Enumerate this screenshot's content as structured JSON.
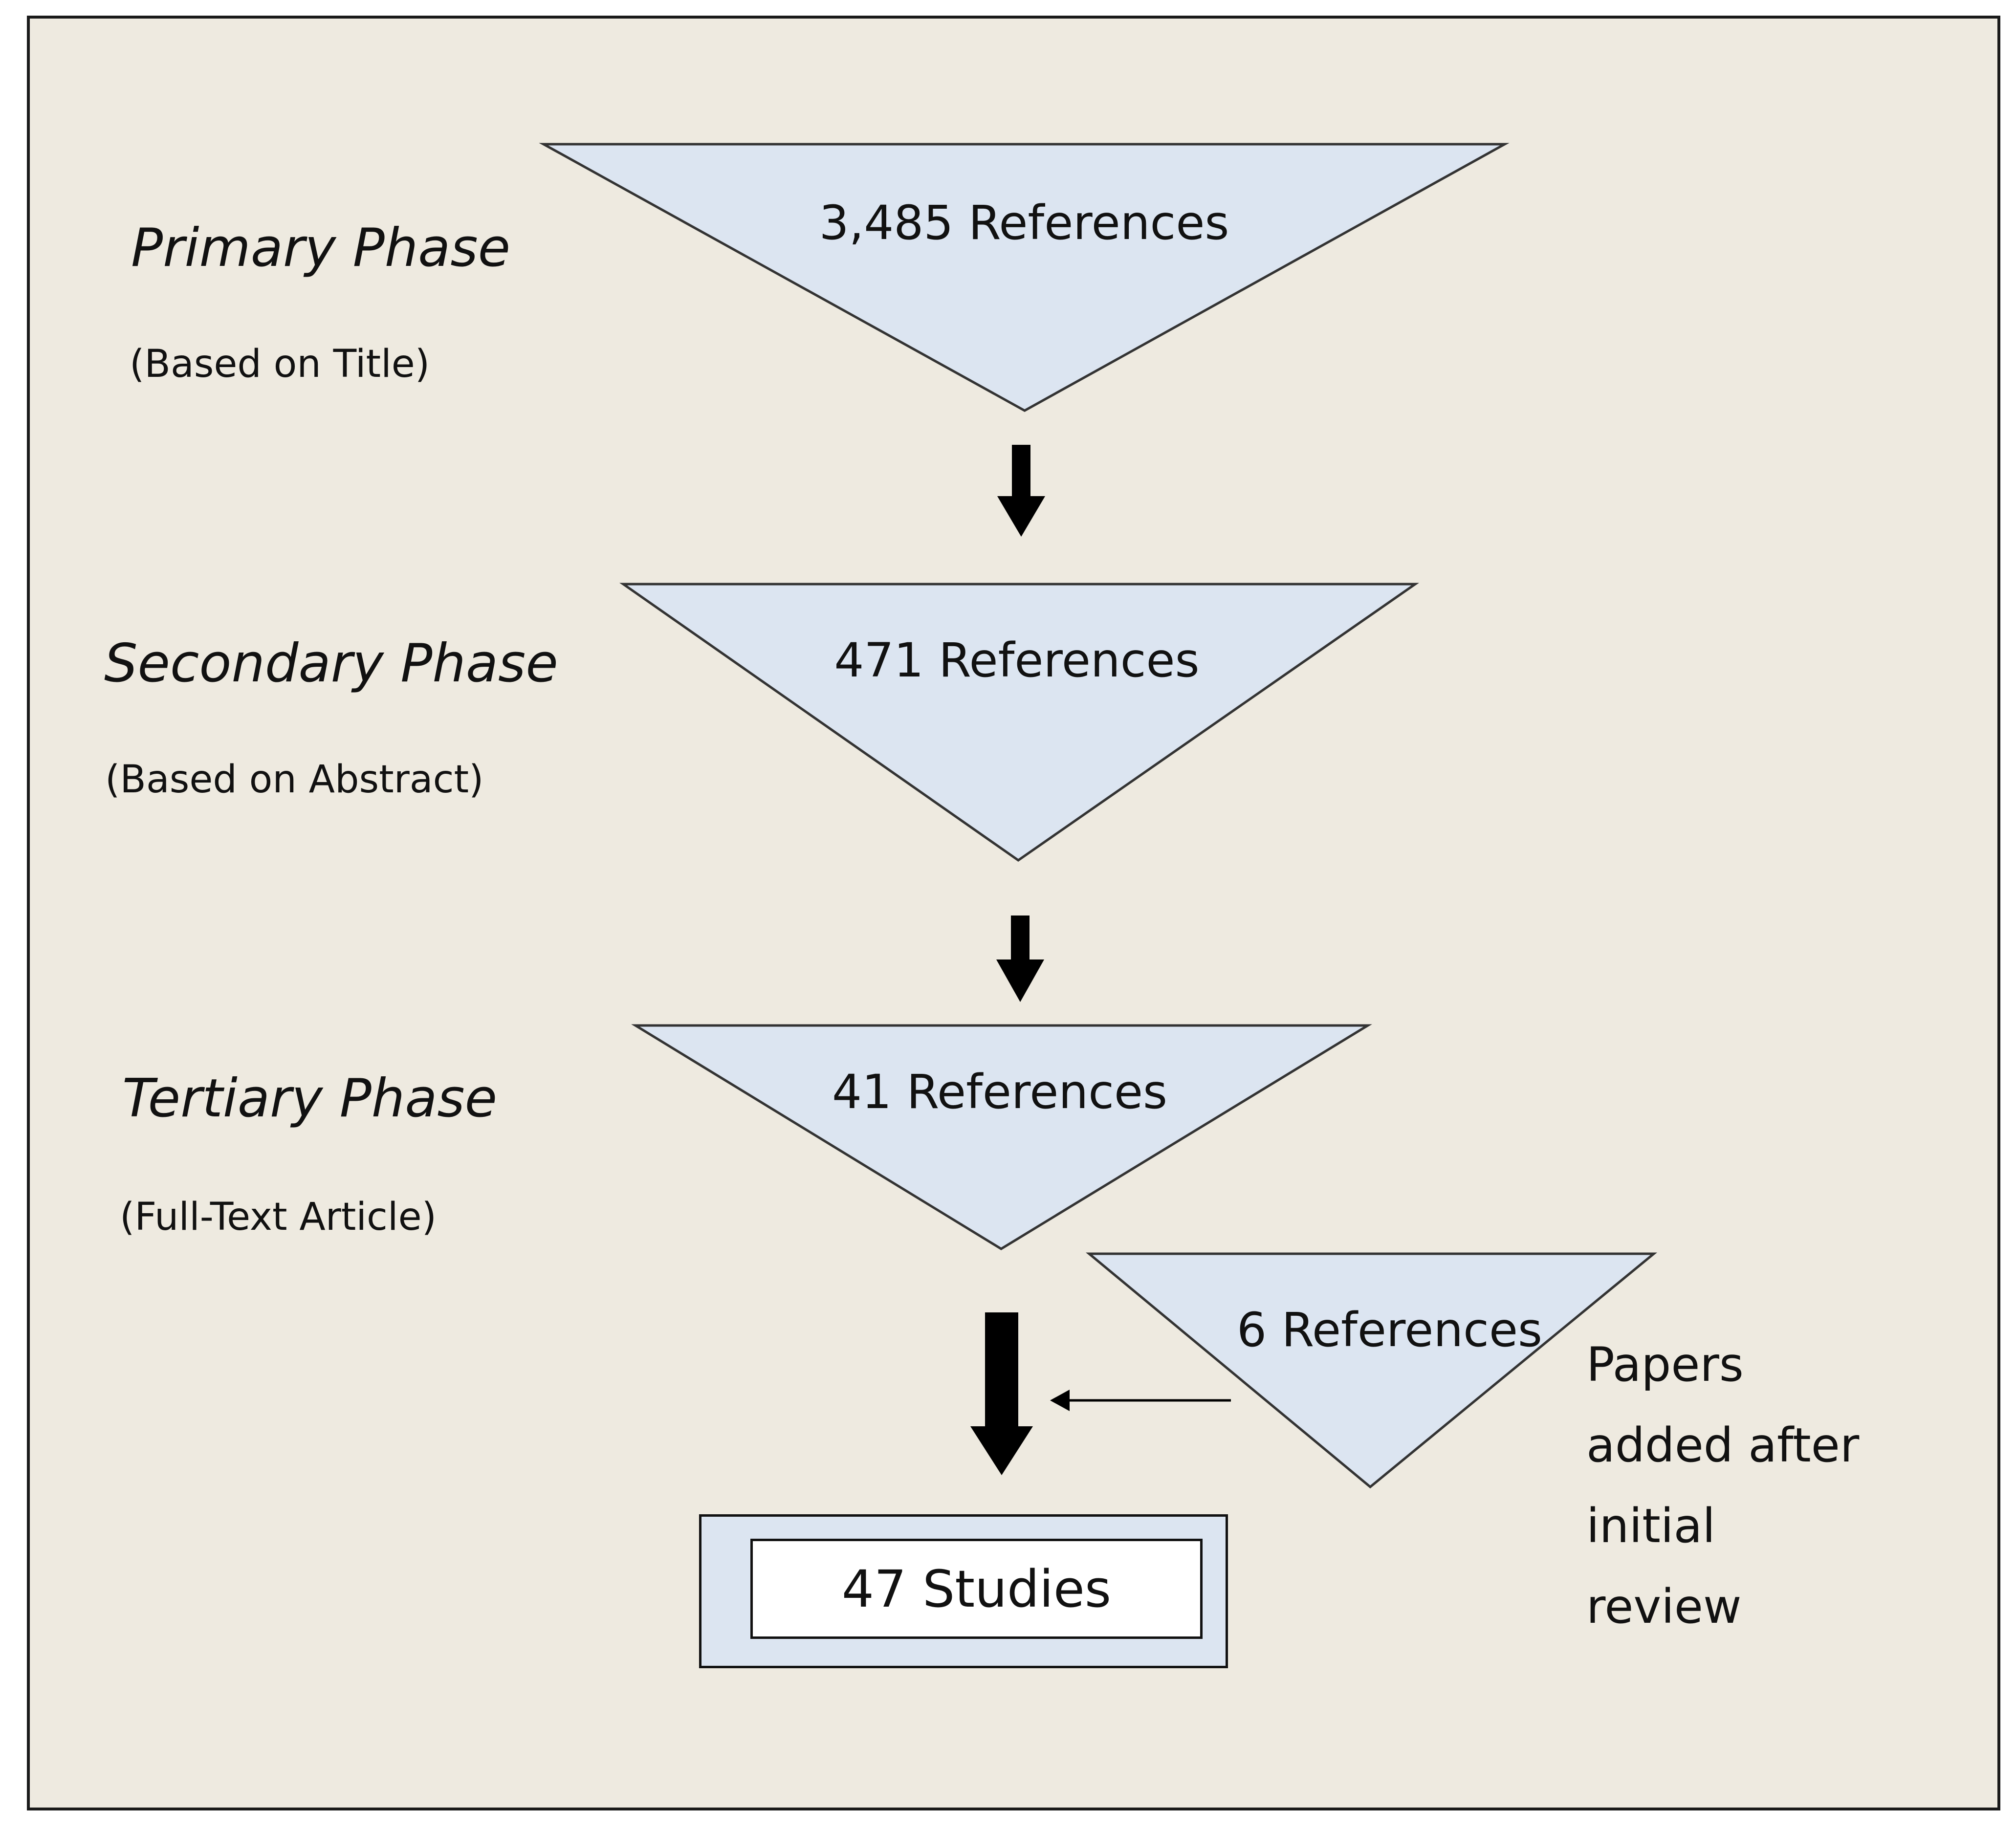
{
  "phases": [
    {
      "name": "Primary Phase",
      "basis": "(Based on Title)",
      "count_label": "3,485 References"
    },
    {
      "name": "Secondary Phase",
      "basis": "(Based on Abstract)",
      "count_label": "471 References"
    },
    {
      "name": "Tertiary Phase",
      "basis": "(Full-Text Article)",
      "count_label": "41 References"
    }
  ],
  "added": {
    "count_label": "6 References",
    "note_lines": [
      "Papers",
      "added after",
      "initial",
      "review"
    ]
  },
  "result": {
    "label": "47 Studies"
  },
  "colors": {
    "background": "#EEEAE0",
    "triangle_fill": "#DCE5F1",
    "stroke": "#111111"
  }
}
